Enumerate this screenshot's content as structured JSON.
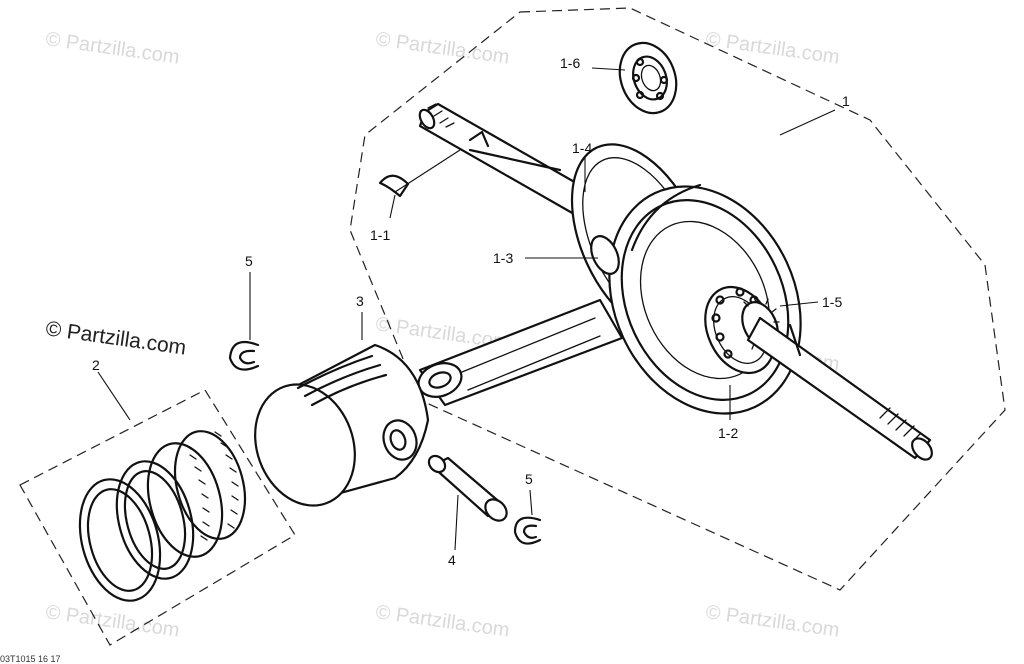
{
  "watermark": "© Partzilla.com",
  "watermark_prominent": "© Partzilla.com",
  "footer_code": "03T1015 16 17",
  "callouts": {
    "c1": "1",
    "c1_1": "1-1",
    "c1_2": "1-2",
    "c1_3": "1-3",
    "c1_4": "1-4",
    "c1_5": "1-5",
    "c1_6": "1-6",
    "c2": "2",
    "c3": "3",
    "c4": "4",
    "c5a": "5",
    "c5b": "5"
  }
}
